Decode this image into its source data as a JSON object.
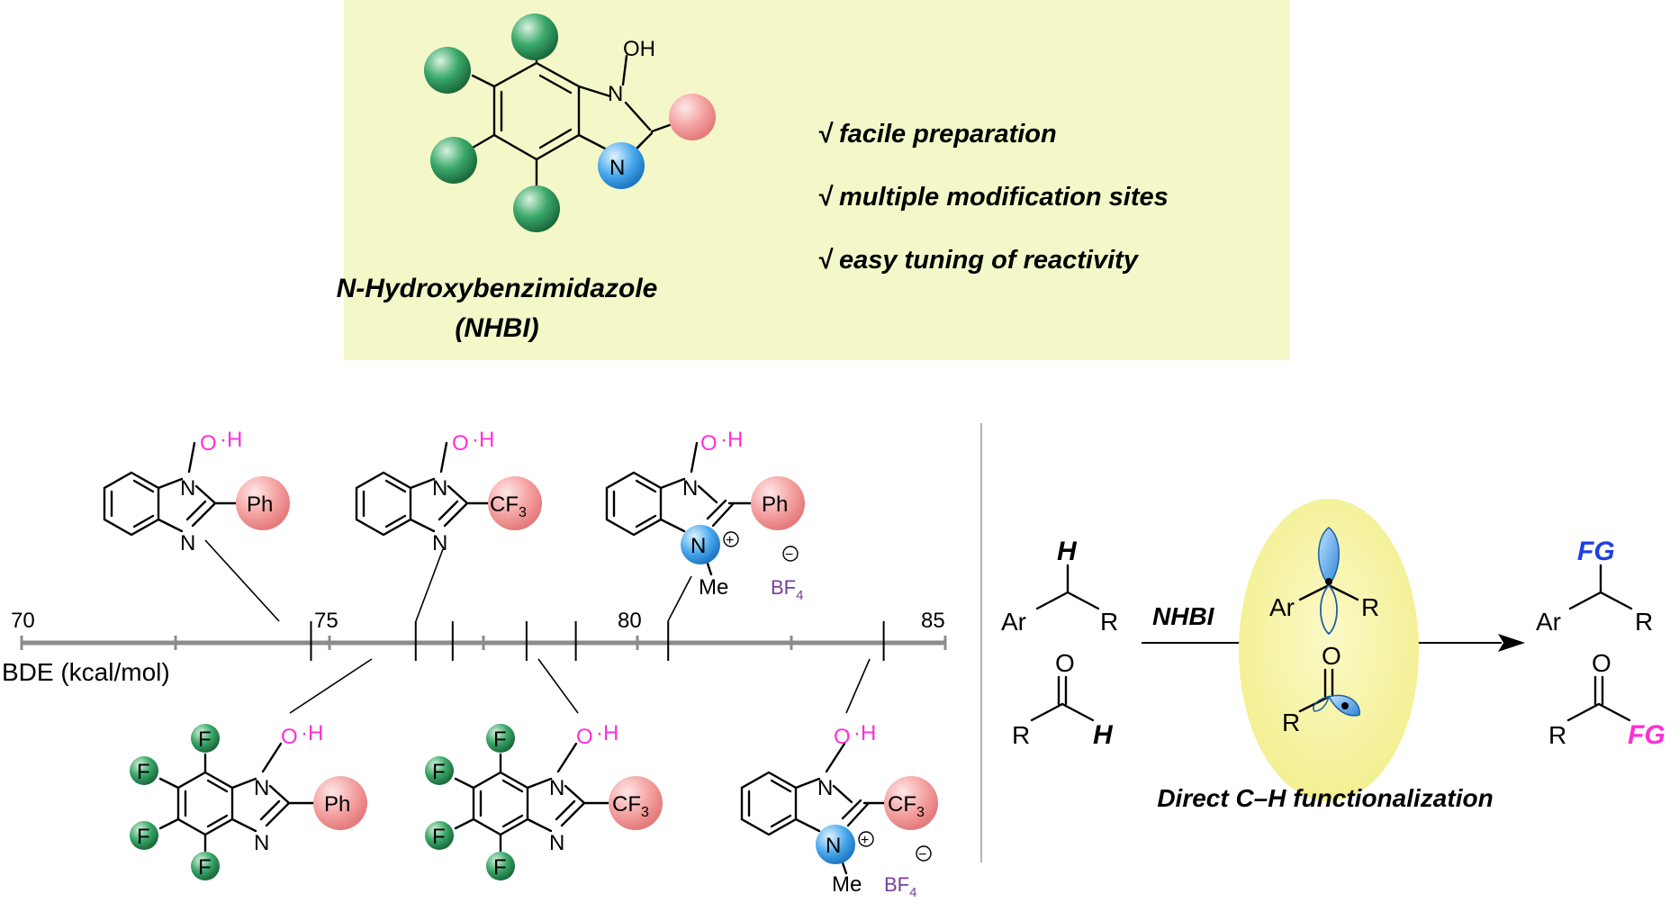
{
  "header": {
    "molecule_name": "N-Hydroxybenzimidazole",
    "molecule_abbrev": "(NHBI)",
    "oh_label": "OH",
    "n_label": "N",
    "features": [
      "√ facile preparation",
      "√ multiple modification sites",
      "√ easy tuning of reactivity"
    ]
  },
  "axis": {
    "ticks": [
      "70",
      "75",
      "80",
      "85"
    ],
    "label": "BDE (kcal/mol)",
    "range": [
      70,
      85
    ],
    "markers": [
      74.7,
      76.4,
      77.0,
      78.2,
      79.0,
      80.5,
      84.0
    ]
  },
  "structures": {
    "n": "N",
    "o": "O",
    "h_dot": "·H",
    "ph": "Ph",
    "cf": "CF",
    "sub3": "3",
    "me": "Me",
    "f": "F",
    "bf": "BF",
    "sub4": "4",
    "plus": "+",
    "minus": "−"
  },
  "scheme": {
    "ar": "Ar",
    "r": "R",
    "h": "H",
    "o": "O",
    "reagent": "NHBI",
    "fg": "FG",
    "caption": "Direct C–H functionalization"
  },
  "colors": {
    "panel_bg": "#f4f8c8",
    "green_ball": "#2f9a59",
    "pink_ball": "#f5a3a3",
    "blue_ball": "#3aa3e6",
    "magenta_text": "#ff2fd8",
    "bf4_text": "#7a3e98",
    "fg_blue": "#1f3fe6",
    "fg_magenta": "#ff2fd8",
    "oval": "#f5f29a",
    "orbital": "#3a8fe0"
  }
}
